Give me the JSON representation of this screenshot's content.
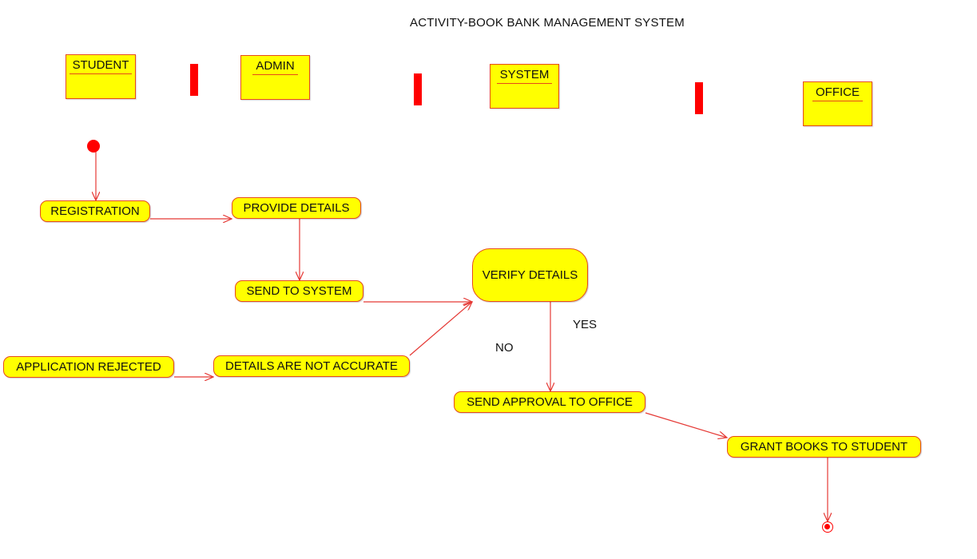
{
  "title": "ACTIVITY-BOOK BANK MANAGEMENT SYSTEM",
  "colors": {
    "fill": "#ffff00",
    "stroke": "#e64a19",
    "accent": "#ff0000"
  },
  "lanes": [
    {
      "id": "student",
      "label": "STUDENT"
    },
    {
      "id": "admin",
      "label": "ADMIN"
    },
    {
      "id": "system",
      "label": "SYSTEM"
    },
    {
      "id": "office",
      "label": "OFFICE"
    }
  ],
  "activities": {
    "registration": "REGISTRATION",
    "provide_details": "PROVIDE DETAILS",
    "send_to_system": "SEND TO SYSTEM",
    "verify_details": "VERIFY DETAILS",
    "application_rejected": "APPLICATION REJECTED",
    "details_not_accurate": "DETAILS ARE NOT ACCURATE",
    "send_approval": "SEND APPROVAL TO OFFICE",
    "grant_books": "GRANT BOOKS TO STUDENT"
  },
  "guards": {
    "yes": "YES",
    "no": "NO"
  },
  "flows": [
    {
      "from": "start",
      "to": "registration"
    },
    {
      "from": "registration",
      "to": "provide_details"
    },
    {
      "from": "provide_details",
      "to": "send_to_system"
    },
    {
      "from": "send_to_system",
      "to": "verify_details"
    },
    {
      "from": "details_not_accurate",
      "to": "verify_details"
    },
    {
      "from": "application_rejected",
      "to": "details_not_accurate"
    },
    {
      "from": "verify_details",
      "to": "send_approval"
    },
    {
      "from": "send_approval",
      "to": "grant_books"
    },
    {
      "from": "grant_books",
      "to": "end"
    }
  ]
}
